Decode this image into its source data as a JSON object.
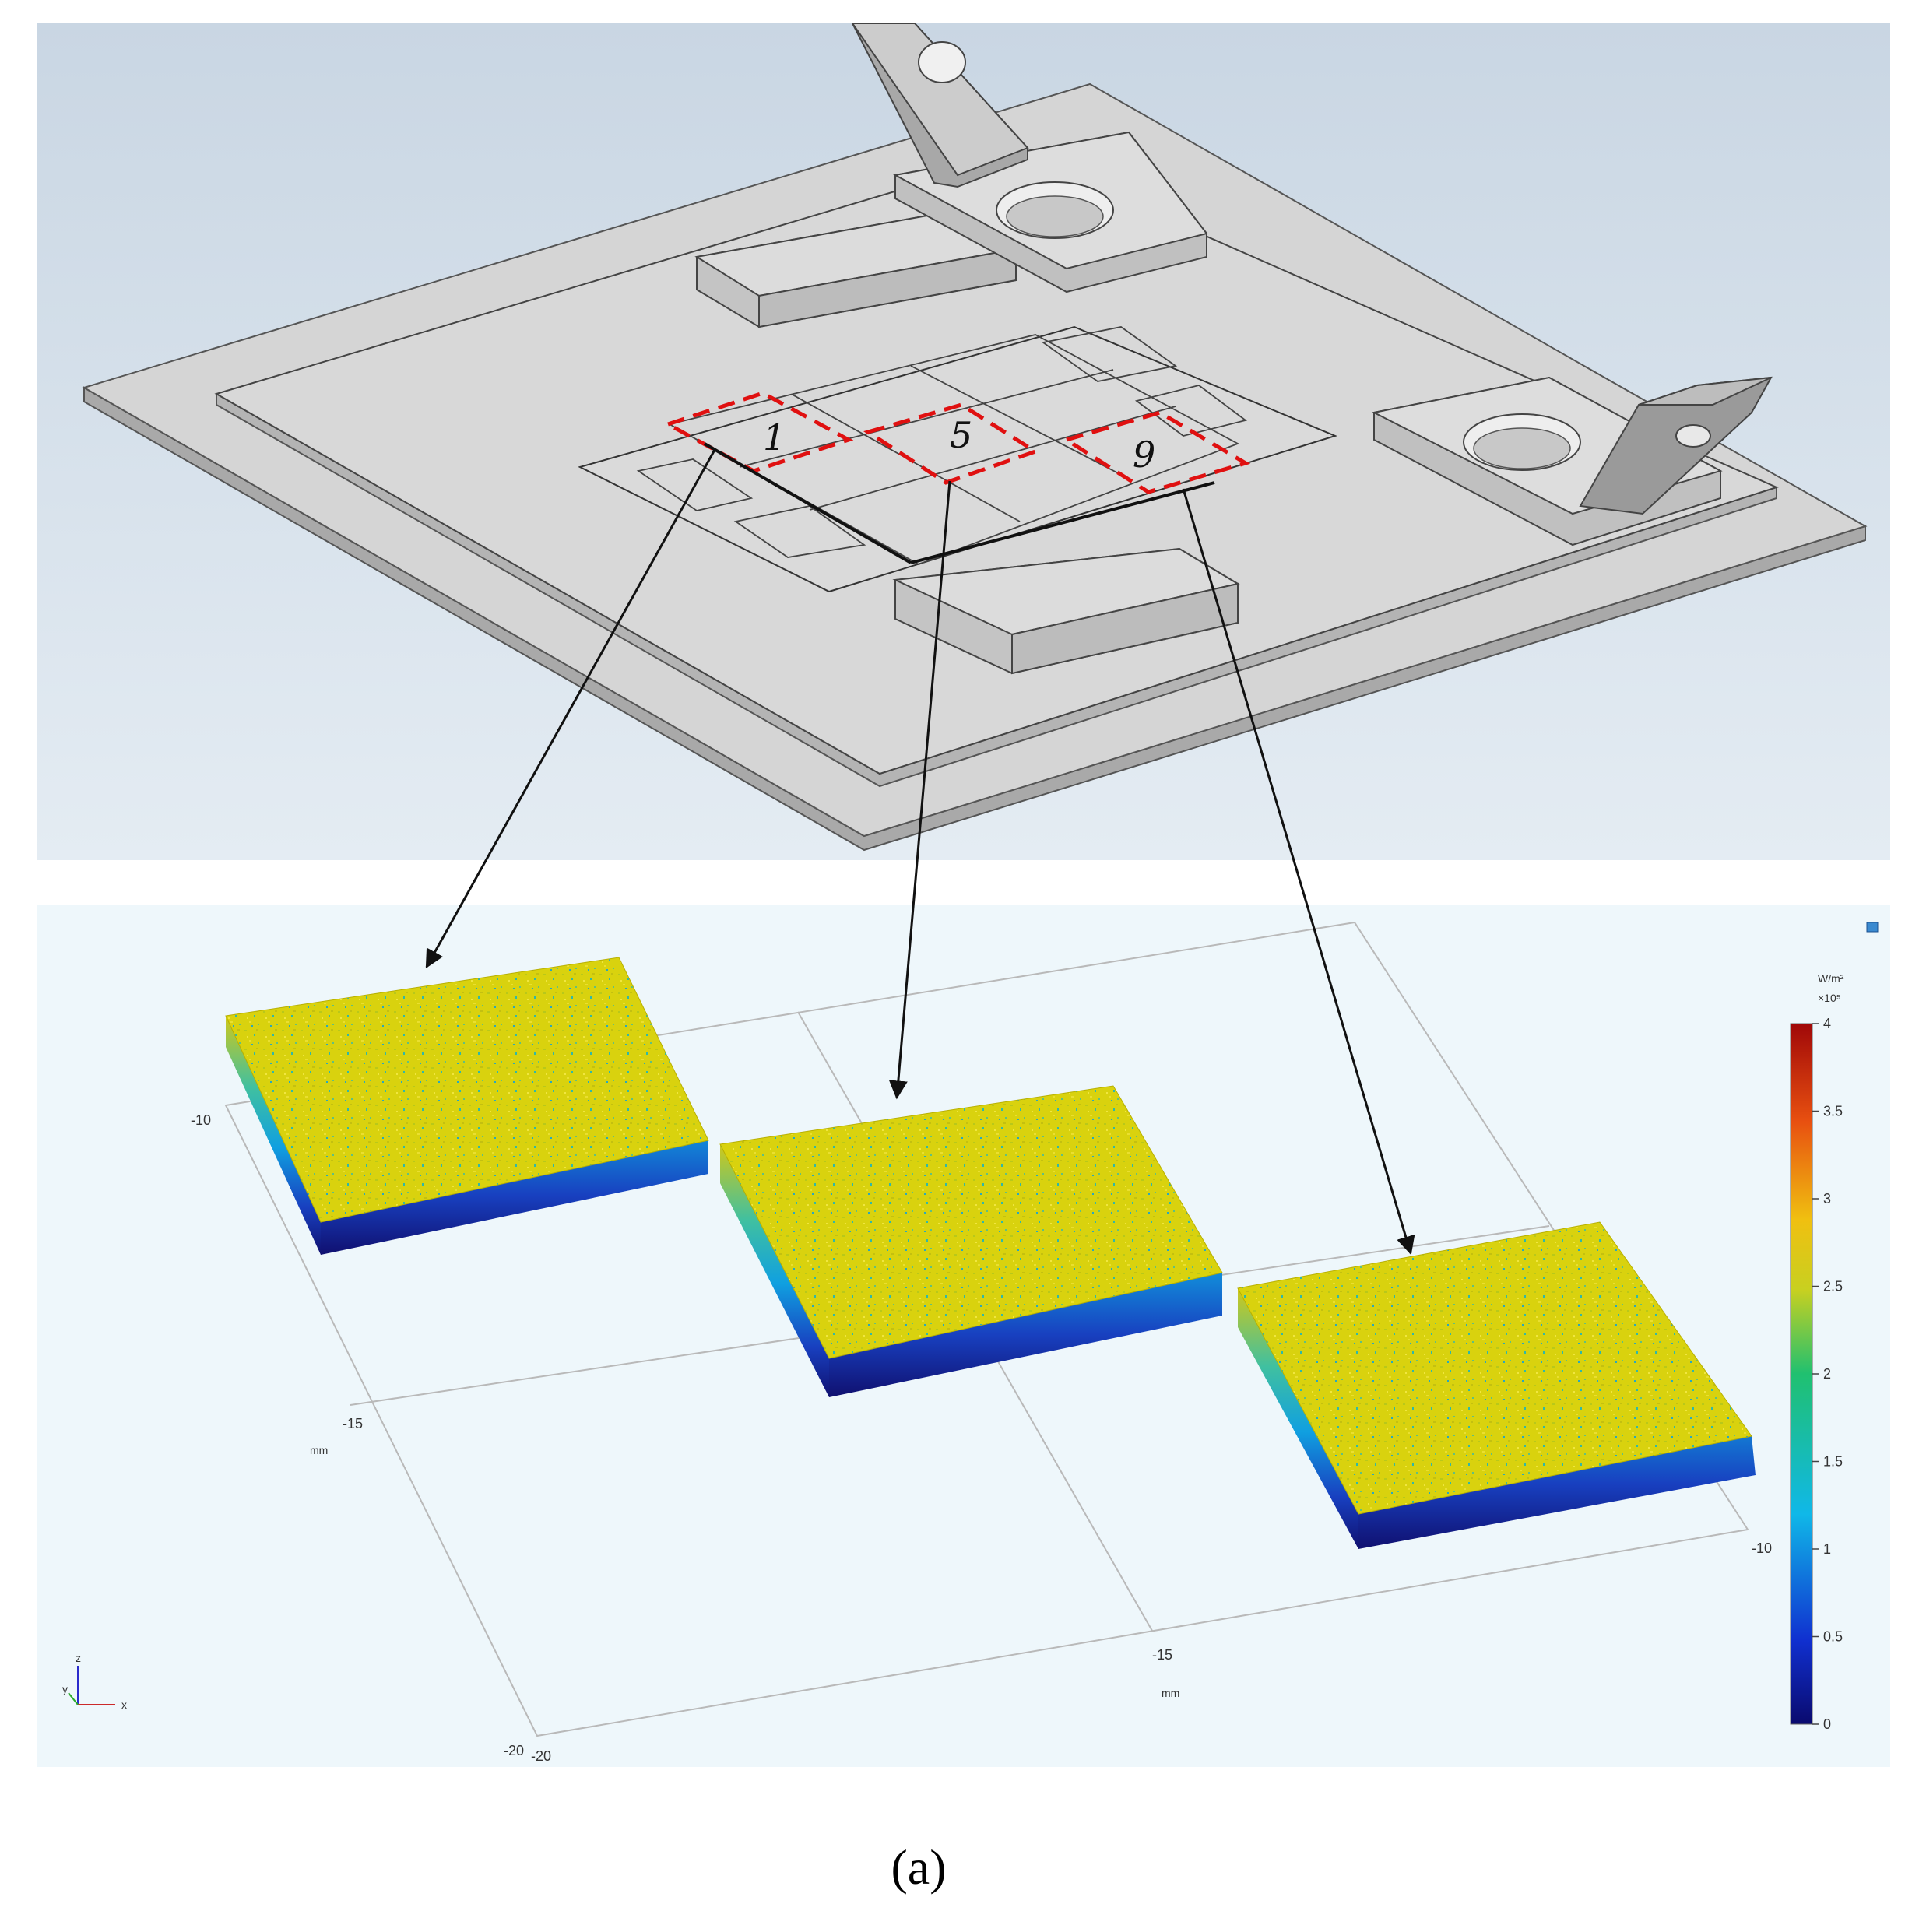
{
  "top_view": {
    "cell_labels": [
      "1",
      "5",
      "9"
    ]
  },
  "bottom_plot": {
    "x_ticks": [
      "-10",
      "-15",
      "-20"
    ],
    "y_ticks": [
      "-10",
      "-15",
      "-20"
    ],
    "axis_unit": "mm",
    "triad": {
      "z": "z",
      "y": "y",
      "x": "x"
    },
    "colorbar": {
      "unit": "W/m²",
      "scale": "×10⁵",
      "ticks": [
        "4",
        "3.5",
        "3",
        "2.5",
        "2",
        "1.5",
        "1",
        "0.5",
        "0"
      ],
      "range": [
        0,
        4
      ],
      "colormap": "rainbow (dark blue → cyan → green → yellow → red)"
    },
    "surfaces": [
      "1",
      "5",
      "9"
    ]
  },
  "caption": "(a)",
  "colors": {
    "background_top": "#d8e2ec",
    "background_plot": "#eef7fb",
    "plate": "#d4d4d4",
    "highlight": "#e01010",
    "surface_top": "#d8d000",
    "surface_low": "#1a2a9a"
  }
}
